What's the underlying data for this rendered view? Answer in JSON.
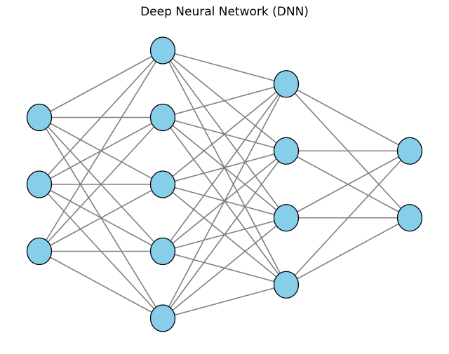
{
  "title": "Deep Neural Network (DNN)",
  "network": {
    "layers": [
      {
        "neurons": 3
      },
      {
        "neurons": 5
      },
      {
        "neurons": 4
      },
      {
        "neurons": 2
      }
    ],
    "connectivity": "fully-connected"
  },
  "colors": {
    "neuron_fill": "#87ceeb",
    "neuron_stroke": "#000000",
    "edge": "#808080",
    "background": "#ffffff"
  }
}
